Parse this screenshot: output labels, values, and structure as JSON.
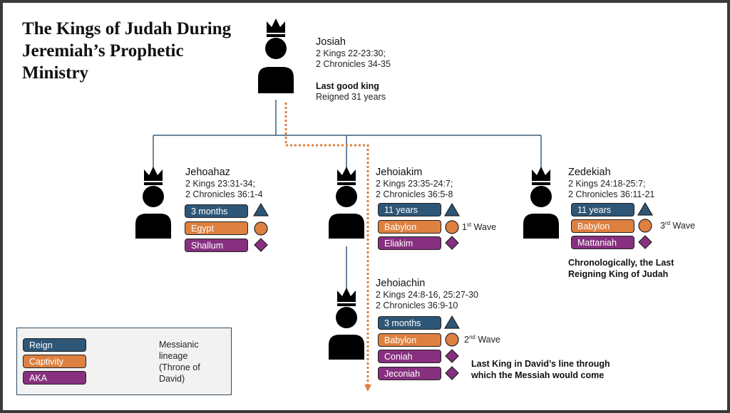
{
  "title": "The Kings of Judah During\nJeremiah’s Prophetic\nMinistry",
  "josiah": {
    "name": "Josiah",
    "refs": "2 Kings 22-23:30;\n2 Chronicles 34-35",
    "note_bold": "Last good king",
    "note": "Reigned 31 years"
  },
  "jehoahaz": {
    "name": "Jehoahaz",
    "refs": "2 Kings 23:31-34;\n2 Chronicles 36:1-4",
    "reign": "3 months",
    "captivity": "Egypt",
    "aka": [
      "Shallum"
    ]
  },
  "jehoiakim": {
    "name": "Jehoiakim",
    "refs": "2 Kings 23:35-24:7;\n2 Chronicles 36:5-8",
    "reign": "11 years",
    "captivity": "Babylon",
    "wave_ord": "1",
    "wave_sup": "st",
    "wave_word": " Wave",
    "aka": [
      "Eliakim"
    ]
  },
  "zedekiah": {
    "name": "Zedekiah",
    "refs": "2 Kings 24:18-25:7;\n2 Chronicles 36:11-21",
    "reign": "11 years",
    "captivity": "Babylon",
    "wave_ord": "3",
    "wave_sup": "rd",
    "wave_word": " Wave",
    "aka": [
      "Mattaniah"
    ],
    "note_bold": "Chronologically, the Last\nReigning King of Judah"
  },
  "jehoiachin": {
    "name": "Jehoiachin",
    "refs": "2 Kings 24:8-16, 25:27-30\n2 Chronicles 36:9-10",
    "reign": "3 months",
    "captivity": "Babylon",
    "wave_ord": "2",
    "wave_sup": "nd",
    "wave_word": " Wave",
    "aka": [
      "Coniah",
      "Jeconiah"
    ],
    "note_bold": "Last King in David’s line through\nwhich the Messiah would come"
  },
  "legend": {
    "reign": "Reign",
    "captivity": "Captivity",
    "aka": "AKA",
    "lineage": "Messianic\nlineage\n(Throne of\nDavid)"
  },
  "colors": {
    "reign": "#2e5677",
    "captivity": "#dd8040",
    "aka": "#87307f",
    "connector": "#3d5f7a",
    "lineage": "#dd8040"
  },
  "icons": {
    "king": "crowned-king-icon",
    "reign": "triangle-icon",
    "captivity": "circle-icon",
    "aka": "diamond-icon"
  }
}
